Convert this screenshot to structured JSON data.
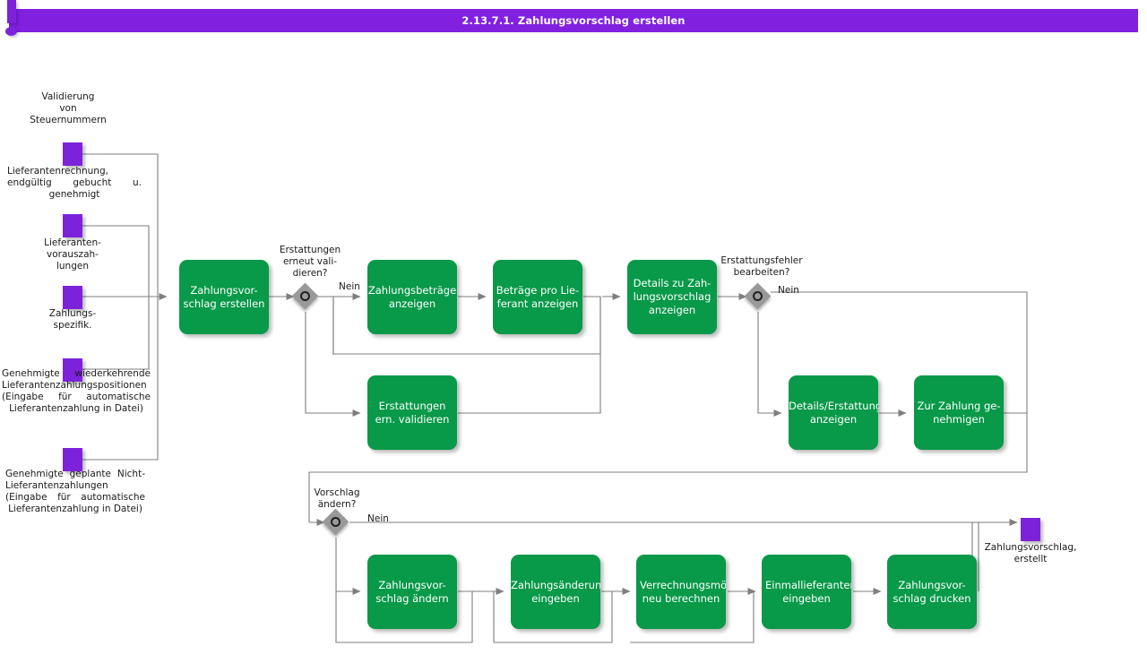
{
  "header": {
    "title": "2.13.7.1. Zahlungsvorschlag erstellen",
    "bar_color": "#8220e0"
  },
  "palette": {
    "function_green": "#089949",
    "event_purple": "#7d22db",
    "gateway_gray": "#999999",
    "connector_gray": "#808080",
    "text_dark": "#1a1a1a",
    "text_light": "#ffffff"
  },
  "note": {
    "icon": "exclamation-icon",
    "label": "Validierung\nvon\nSteuernummern"
  },
  "start_events": [
    {
      "label": "Lieferantenrechnung, endgültig gebucht u. genehmigt"
    },
    {
      "label": "Lieferanten-\nvorauszah-\nlungen"
    },
    {
      "label": "Zahlungs-\nspezifik."
    },
    {
      "label": "Genehmigte wiederkehrende Lieferantenzahlungspositionen (Eingabe für automatische Lieferantenzahlung in Datei)"
    },
    {
      "label": "Genehmigte geplante Nicht-Lieferantenzahlungen (Eingabe für automatische Lieferantenzahlung in Datei)"
    }
  ],
  "end_event": {
    "label": "Zahlungsvorschlag,\nerstellt"
  },
  "functions": [
    {
      "id": "f1",
      "label": "Zahlungsvor-\nschlag erstellen"
    },
    {
      "id": "f2",
      "label": "Zahlungsbeträge\nanzeigen"
    },
    {
      "id": "f3",
      "label": "Beträge pro Lie-\nferant anzeigen"
    },
    {
      "id": "f4",
      "label": "Details zu Zah-\nlungsvorschlag\nanzeigen"
    },
    {
      "id": "f5",
      "label": "Erstattungen\nern. validieren"
    },
    {
      "id": "f6",
      "label": "Details/Erstattungsfehler\nanzeigen"
    },
    {
      "id": "f7",
      "label": "Zur Zahlung ge-\nnehmigen"
    },
    {
      "id": "f8",
      "label": "Zahlungsvor-\nschlag ändern"
    },
    {
      "id": "f9",
      "label": "Zahlungsänderung/Zahlungsvorschlag\neingeben"
    },
    {
      "id": "f10",
      "label": "Verrechnungsmöglichkeit neu berechnen"
    },
    {
      "id": "f11",
      "label": "Einmallieferantendaten eingeben"
    },
    {
      "id": "f12",
      "label": "Zahlungsvor-\nschlag drucken"
    }
  ],
  "gateways": [
    {
      "id": "g1",
      "label": "Erstattungen\nerneut vali-\ndieren?",
      "branch_label": "Nein"
    },
    {
      "id": "g2",
      "label": "Erstattungsfehler\nbearbeiten?",
      "branch_label": "Nein"
    },
    {
      "id": "g3",
      "label": "Vorschlag\nändern?",
      "branch_label": "Nein"
    }
  ]
}
